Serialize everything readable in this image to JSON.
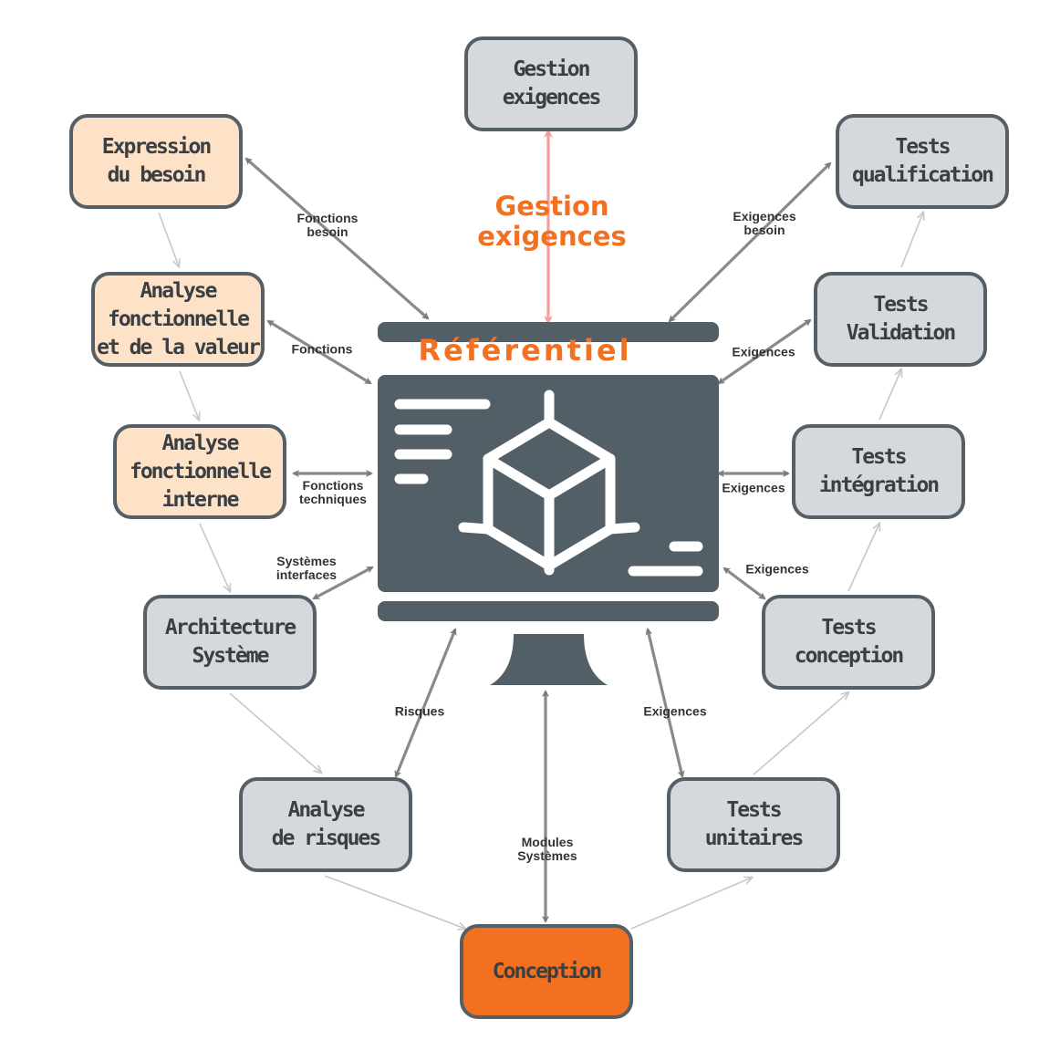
{
  "diagram": {
    "center": {
      "title": "Référentiel",
      "note": "Gestion\nexigences"
    },
    "nodes": [
      {
        "id": "gestion",
        "label": "Gestion\nexigences",
        "style": "grey"
      },
      {
        "id": "expression",
        "label": "Expression\ndu besoin",
        "style": "peach"
      },
      {
        "id": "analyse-fv",
        "label": "Analyse\nfonctionnelle\net de la valeur",
        "style": "peach"
      },
      {
        "id": "analyse-int",
        "label": "Analyse\nfonctionnelle\ninterne",
        "style": "peach"
      },
      {
        "id": "architecture",
        "label": "Architecture\nSystème",
        "style": "grey"
      },
      {
        "id": "risques",
        "label": "Analyse\nde risques",
        "style": "grey"
      },
      {
        "id": "conception",
        "label": "Conception",
        "style": "orange"
      },
      {
        "id": "unitaires",
        "label": "Tests\nunitaires",
        "style": "grey"
      },
      {
        "id": "tconception",
        "label": "Tests\nconception",
        "style": "grey"
      },
      {
        "id": "integration",
        "label": "Tests\nintégration",
        "style": "grey"
      },
      {
        "id": "validation",
        "label": "Tests\nValidation",
        "style": "grey"
      },
      {
        "id": "qualification",
        "label": "Tests\nqualification",
        "style": "grey"
      }
    ],
    "edge_labels": [
      {
        "id": "fonctions-besoin",
        "text": "Fonctions\nbesoin"
      },
      {
        "id": "fonctions",
        "text": "Fonctions"
      },
      {
        "id": "fonctions-techniques",
        "text": "Fonctions\ntechniques"
      },
      {
        "id": "systemes-interfaces",
        "text": "Systèmes\ninterfaces"
      },
      {
        "id": "risques",
        "text": "Risques"
      },
      {
        "id": "modules-systemes",
        "text": "Modules\nSystèmes"
      },
      {
        "id": "exigences-unitaires",
        "text": "Exigences"
      },
      {
        "id": "exigences-conception",
        "text": "Exigences"
      },
      {
        "id": "exigences-integration",
        "text": "Exigences"
      },
      {
        "id": "exigences-validation",
        "text": "Exigences"
      },
      {
        "id": "exigences-besoin",
        "text": "Exigences\nbesoin"
      }
    ],
    "colors": {
      "accent": "#f37021",
      "peach": "#fde2c8",
      "grey_box": "#d5d9de",
      "border": "#555f66",
      "monitor": "#535f66",
      "arrow": "#8a8a8a",
      "flow": "#c8c8c8",
      "pink_arrow": "#f4a0a0"
    }
  }
}
